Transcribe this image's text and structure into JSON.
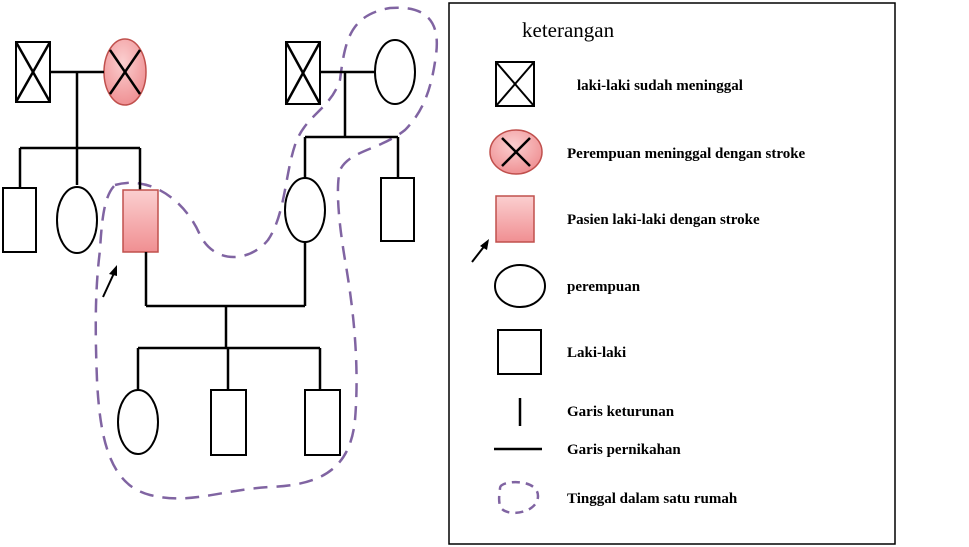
{
  "legend": {
    "title": "keterangan",
    "items": [
      {
        "key": "deceased_male",
        "label": "laki-laki sudah meninggal"
      },
      {
        "key": "deceased_female_stroke",
        "label": "Perempuan meninggal dengan stroke"
      },
      {
        "key": "patient",
        "label": "Pasien laki-laki dengan stroke"
      },
      {
        "key": "female",
        "label": "perempuan"
      },
      {
        "key": "male",
        "label": "Laki-laki"
      },
      {
        "key": "descent_line",
        "label": "Garis keturunan"
      },
      {
        "key": "marriage_line",
        "label": "Garis pernikahan"
      },
      {
        "key": "household",
        "label": "Tinggal dalam satu rumah"
      }
    ]
  },
  "colors": {
    "patient_fill": "#f7a8aa",
    "patient_stroke": "#c0504d",
    "household_dash": "#8064a2"
  }
}
